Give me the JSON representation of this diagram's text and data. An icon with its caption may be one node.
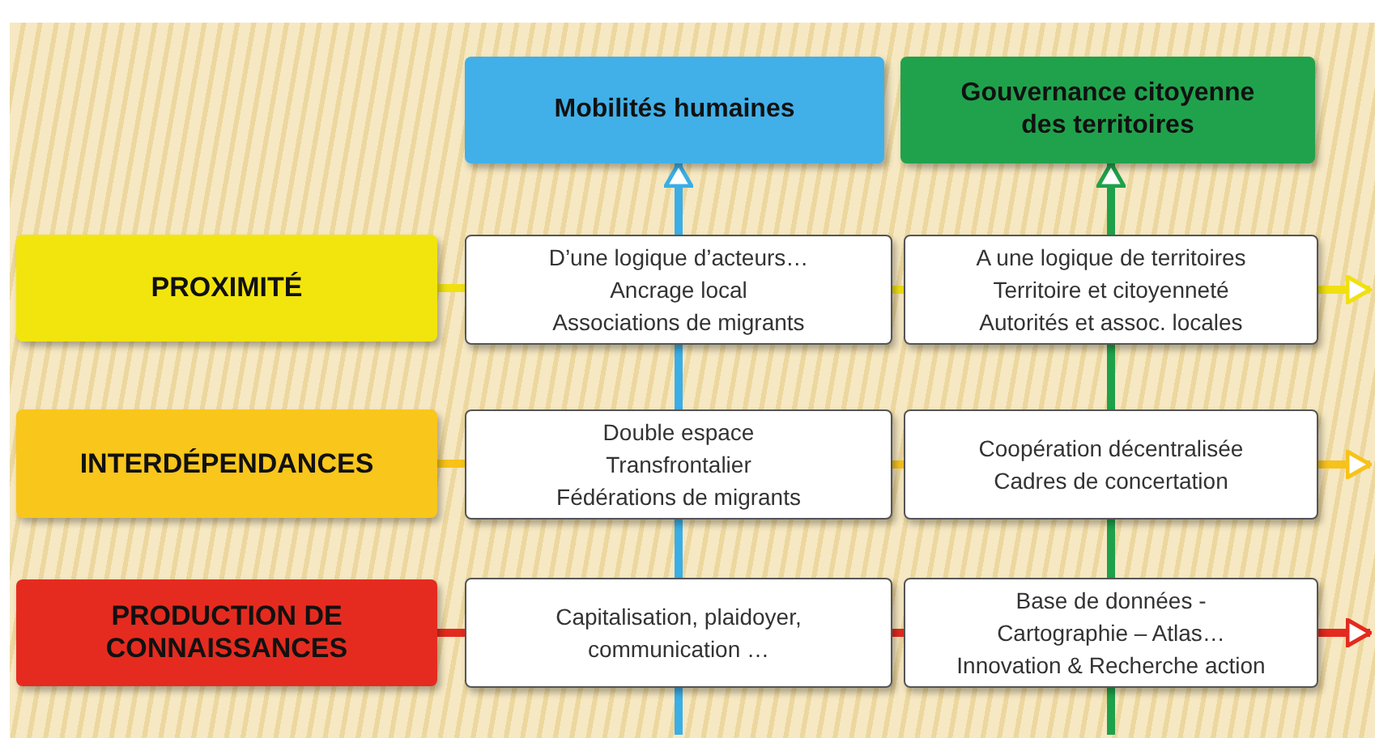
{
  "diagram": {
    "nodes": [
      {
        "text": [
          "Mobilités humaines"
        ]
      },
      {
        "text": [
          "Gouvernance citoyenne des territoires"
        ]
      },
      {
        "text": [
          "PROXIMITÉ"
        ]
      },
      {
        "text": [
          "D’une logique d’acteurs…",
          "Ancrage local",
          "Associations de migrants"
        ]
      },
      {
        "text": [
          "A une logique de territoires",
          "Territoire et citoyenneté",
          "Autorités et assoc. locales"
        ]
      },
      {
        "text": [
          "INTERDÉPENDANCES"
        ]
      },
      {
        "text": [
          "Double espace",
          "Transfrontalier",
          "Fédérations de migrants"
        ]
      },
      {
        "text": [
          "Coopération décentralisée",
          "Cadres de concertation"
        ]
      },
      {
        "text": [
          "PRODUCTION DE CONNAISSANCES"
        ]
      },
      {
        "text": [
          "Capitalisation, plaidoyer, communication …"
        ]
      },
      {
        "text": [
          "Base de données -",
          "Cartographie – Atlas…",
          "Innovation & Recherche action"
        ]
      }
    ],
    "edges": [
      {
        "from": null,
        "to": 9,
        "arrow": "none",
        "color": "#3aaee6"
      },
      {
        "from": 9,
        "to": 6,
        "arrow": "none",
        "color": "#3aaee6"
      },
      {
        "from": 6,
        "to": 3,
        "arrow": "none",
        "color": "#3aaee6"
      },
      {
        "from": 3,
        "to": 0,
        "arrow": "to",
        "color": "#3aaee6"
      },
      {
        "from": null,
        "to": 10,
        "arrow": "none",
        "color": "#1fa04a"
      },
      {
        "from": 10,
        "to": 7,
        "arrow": "none",
        "color": "#1fa04a"
      },
      {
        "from": 7,
        "to": 4,
        "arrow": "none",
        "color": "#1fa04a"
      },
      {
        "from": 4,
        "to": 1,
        "arrow": "to",
        "color": "#1fa04a"
      },
      {
        "from": 2,
        "to": 3,
        "arrow": "none",
        "color": "#f0e010"
      },
      {
        "from": 3,
        "to": 4,
        "arrow": "none",
        "color": "#f0e010"
      },
      {
        "from": 4,
        "to": null,
        "arrow": "to",
        "color": "#f0e010"
      },
      {
        "from": 5,
        "to": 6,
        "arrow": "none",
        "color": "#f7c21a"
      },
      {
        "from": 6,
        "to": 7,
        "arrow": "none",
        "color": "#f7c21a"
      },
      {
        "from": 7,
        "to": null,
        "arrow": "to",
        "color": "#f7c21a"
      },
      {
        "from": 8,
        "to": 9,
        "arrow": "none",
        "color": "#e42a1e"
      },
      {
        "from": 9,
        "to": 10,
        "arrow": "none",
        "color": "#e42a1e"
      },
      {
        "from": 10,
        "to": null,
        "arrow": "to",
        "color": "#e42a1e"
      }
    ]
  }
}
